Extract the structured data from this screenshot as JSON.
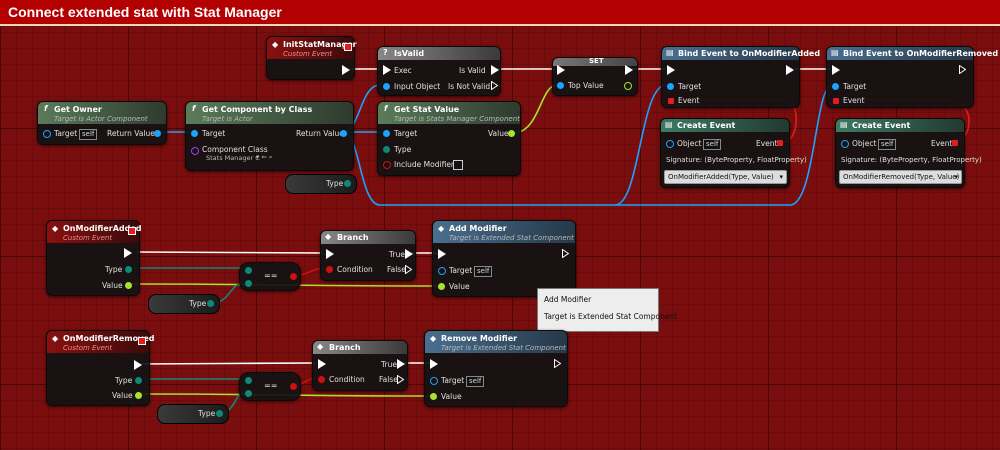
{
  "window_title": "Connect extended stat with Stat Manager",
  "nodes": {
    "init_stat_manager": {
      "title": "InitStatManager",
      "subtitle": "Custom Event"
    },
    "is_valid": {
      "icon": "?",
      "title": "IsValid",
      "exec": "Exec",
      "is_valid": "Is Valid",
      "input_object": "Input Object",
      "is_not_valid": "Is Not Valid"
    },
    "set": {
      "title": "SET",
      "top_value": "Top Value"
    },
    "bind_added": {
      "title": "Bind Event to OnModifierAdded",
      "target": "Target",
      "event": "Event"
    },
    "bind_removed": {
      "title": "Bind Event to OnModifierRemoved",
      "target": "Target",
      "event": "Event"
    },
    "get_owner": {
      "title": "Get Owner",
      "subtitle": "Target is Actor Component",
      "target": "Target",
      "self": "self",
      "return_value": "Return Value"
    },
    "get_component": {
      "title": "Get Component by Class",
      "subtitle": "Target is Actor",
      "target": "Target",
      "return_value": "Return Value",
      "component_class": "Component Class",
      "class_value": "Stats Manager C"
    },
    "get_stat_value": {
      "title": "Get Stat Value",
      "subtitle": "Target is Stats Manager Component",
      "target": "Target",
      "value": "Value",
      "type": "Type",
      "include_modifiers": "Include Modifiers"
    },
    "create_event_added": {
      "title": "Create Event",
      "object": "Object",
      "self": "self",
      "event": "Event",
      "signature": "Signature: (ByteProperty, FloatProperty)",
      "selected": "OnModifierAdded(Type, Value)"
    },
    "create_event_removed": {
      "title": "Create Event",
      "object": "Object",
      "self": "self",
      "event": "Event",
      "signature": "Signature: (ByteProperty, FloatProperty)",
      "selected": "OnModifierRemoved(Type, Value)"
    },
    "type_var_top": {
      "label": "Type"
    },
    "on_modifier_added": {
      "title": "OnModifierAdded",
      "subtitle": "Custom Event",
      "type": "Type",
      "value": "Value"
    },
    "branch_1": {
      "title": "Branch",
      "condition": "Condition",
      "true": "True",
      "false": "False"
    },
    "equals_1": {
      "symbol": "=="
    },
    "type_var_1": {
      "label": "Type"
    },
    "add_modifier": {
      "title": "Add Modifier",
      "subtitle": "Target is Extended Stat Component",
      "target": "Target",
      "self": "self",
      "value": "Value"
    },
    "on_modifier_removed": {
      "title": "OnModifierRemoved",
      "subtitle": "Custom Event",
      "type": "Type",
      "value": "Value"
    },
    "branch_2": {
      "title": "Branch",
      "condition": "Condition",
      "true": "True",
      "false": "False"
    },
    "equals_2": {
      "symbol": "=="
    },
    "type_var_2": {
      "label": "Type"
    },
    "remove_modifier": {
      "title": "Remove Modifier",
      "subtitle": "Target is Extended Stat Component",
      "target": "Target",
      "self": "self",
      "value": "Value"
    }
  },
  "tooltip": {
    "line1": "Add Modifier",
    "line2": "Target is Extended Stat Component"
  },
  "colors": {
    "background": "#7a0e0e",
    "title_bar": "#b30000",
    "exec_wire": "#ffffff",
    "object_wire": "#1aa3ff",
    "byte_wire": "#0d8a76",
    "float_wire": "#a6e22e",
    "bool_wire": "#d01010",
    "delegate_wire": "#e51c1c"
  }
}
